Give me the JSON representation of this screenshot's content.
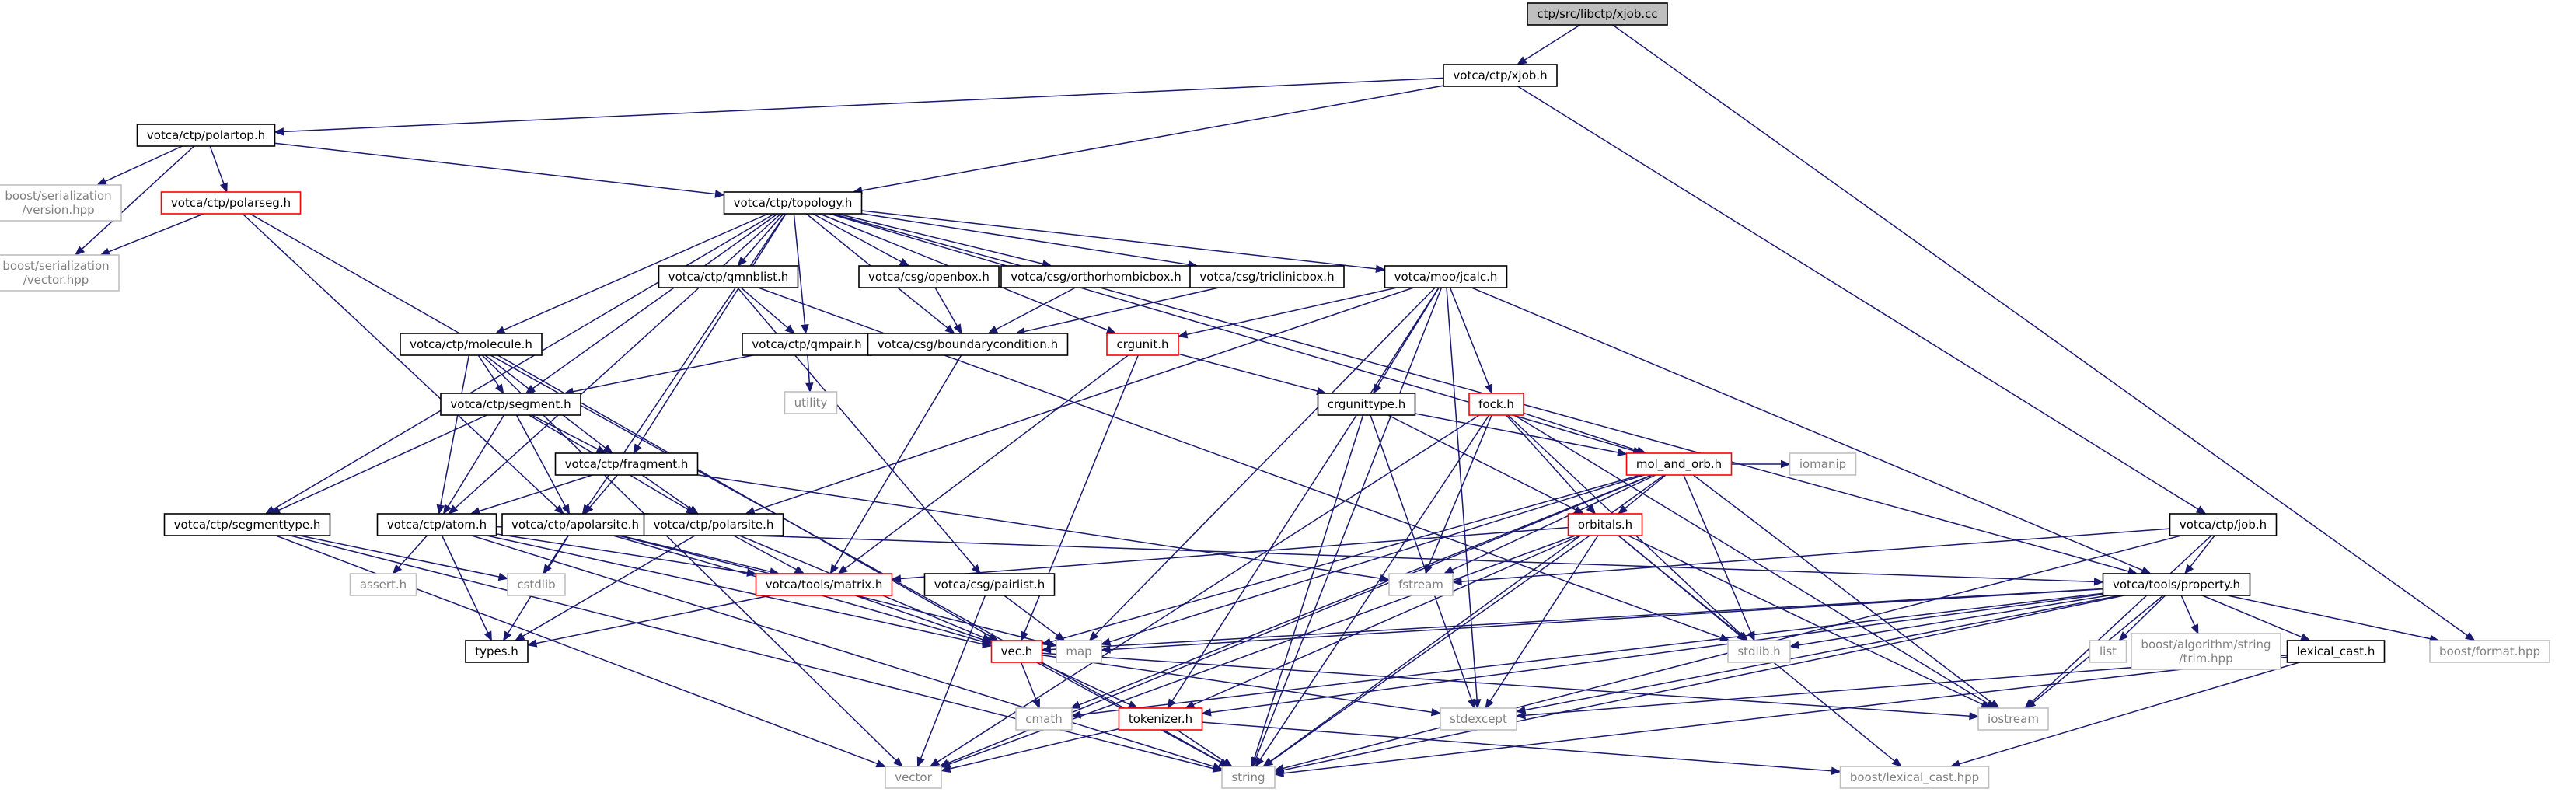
{
  "colors": {
    "edge": "#191970",
    "node_border": "#000000",
    "node_border_incomplete": "#ff0000",
    "node_border_external": "#bfbfbf",
    "root_fill": "#bfbfbf",
    "text_default": "#000000",
    "text_external": "#808080"
  },
  "nodes": [
    {
      "id": "root",
      "lines": [
        "ctp/src/libctp/xjob.cc"
      ],
      "kind": "root"
    },
    {
      "id": "xjob_h",
      "lines": [
        "votca/ctp/xjob.h"
      ],
      "kind": "normal"
    },
    {
      "id": "polartop",
      "lines": [
        "votca/ctp/polartop.h"
      ],
      "kind": "normal"
    },
    {
      "id": "boost_version",
      "lines": [
        "boost/serialization",
        "/version.hpp"
      ],
      "kind": "external"
    },
    {
      "id": "polarseg",
      "lines": [
        "votca/ctp/polarseg.h"
      ],
      "kind": "incomplete"
    },
    {
      "id": "boost_vector",
      "lines": [
        "boost/serialization",
        "/vector.hpp"
      ],
      "kind": "external"
    },
    {
      "id": "topology",
      "lines": [
        "votca/ctp/topology.h"
      ],
      "kind": "normal"
    },
    {
      "id": "qmnblist",
      "lines": [
        "votca/ctp/qmnblist.h"
      ],
      "kind": "normal"
    },
    {
      "id": "openbox",
      "lines": [
        "votca/csg/openbox.h"
      ],
      "kind": "normal"
    },
    {
      "id": "orthorhombic",
      "lines": [
        "votca/csg/orthorhombicbox.h"
      ],
      "kind": "normal"
    },
    {
      "id": "triclinic",
      "lines": [
        "votca/csg/triclinicbox.h"
      ],
      "kind": "normal"
    },
    {
      "id": "jcalc",
      "lines": [
        "votca/moo/jcalc.h"
      ],
      "kind": "normal"
    },
    {
      "id": "molecule",
      "lines": [
        "votca/ctp/molecule.h"
      ],
      "kind": "normal"
    },
    {
      "id": "qmpair",
      "lines": [
        "votca/ctp/qmpair.h"
      ],
      "kind": "normal"
    },
    {
      "id": "boundary",
      "lines": [
        "votca/csg/boundarycondition.h"
      ],
      "kind": "normal"
    },
    {
      "id": "crgunit",
      "lines": [
        "crgunit.h"
      ],
      "kind": "incomplete"
    },
    {
      "id": "utility",
      "lines": [
        "utility"
      ],
      "kind": "external"
    },
    {
      "id": "segment",
      "lines": [
        "votca/ctp/segment.h"
      ],
      "kind": "normal"
    },
    {
      "id": "crgunittype",
      "lines": [
        "crgunittype.h"
      ],
      "kind": "normal"
    },
    {
      "id": "fock",
      "lines": [
        "fock.h"
      ],
      "kind": "incomplete"
    },
    {
      "id": "fragment",
      "lines": [
        "votca/ctp/fragment.h"
      ],
      "kind": "normal"
    },
    {
      "id": "mol_and_orb",
      "lines": [
        "mol_and_orb.h"
      ],
      "kind": "incomplete"
    },
    {
      "id": "iomanip",
      "lines": [
        "iomanip"
      ],
      "kind": "external"
    },
    {
      "id": "segmenttype",
      "lines": [
        "votca/ctp/segmenttype.h"
      ],
      "kind": "normal"
    },
    {
      "id": "atom",
      "lines": [
        "votca/ctp/atom.h"
      ],
      "kind": "normal"
    },
    {
      "id": "apolarsite",
      "lines": [
        "votca/ctp/apolarsite.h"
      ],
      "kind": "normal"
    },
    {
      "id": "polarsite",
      "lines": [
        "votca/ctp/polarsite.h"
      ],
      "kind": "normal"
    },
    {
      "id": "orbitals",
      "lines": [
        "orbitals.h"
      ],
      "kind": "incomplete"
    },
    {
      "id": "job",
      "lines": [
        "votca/ctp/job.h"
      ],
      "kind": "normal"
    },
    {
      "id": "cstdlib",
      "lines": [
        "cstdlib"
      ],
      "kind": "external"
    },
    {
      "id": "fstream",
      "lines": [
        "fstream"
      ],
      "kind": "external"
    },
    {
      "id": "property",
      "lines": [
        "votca/tools/property.h"
      ],
      "kind": "normal"
    },
    {
      "id": "assert",
      "lines": [
        "assert.h"
      ],
      "kind": "external"
    },
    {
      "id": "matrix",
      "lines": [
        "votca/tools/matrix.h"
      ],
      "kind": "incomplete"
    },
    {
      "id": "pairlist",
      "lines": [
        "votca/csg/pairlist.h"
      ],
      "kind": "normal"
    },
    {
      "id": "types",
      "lines": [
        "types.h"
      ],
      "kind": "normal"
    },
    {
      "id": "vec",
      "lines": [
        "vec.h"
      ],
      "kind": "incomplete"
    },
    {
      "id": "map",
      "lines": [
        "map"
      ],
      "kind": "external"
    },
    {
      "id": "list",
      "lines": [
        "list"
      ],
      "kind": "external"
    },
    {
      "id": "boost_trim",
      "lines": [
        "boost/algorithm/string",
        "/trim.hpp"
      ],
      "kind": "external"
    },
    {
      "id": "lexical_cast_h",
      "lines": [
        "lexical_cast.h"
      ],
      "kind": "normal"
    },
    {
      "id": "boost_format",
      "lines": [
        "boost/format.hpp"
      ],
      "kind": "external"
    },
    {
      "id": "stdlib",
      "lines": [
        "stdlib.h"
      ],
      "kind": "external"
    },
    {
      "id": "cmath",
      "lines": [
        "cmath"
      ],
      "kind": "external"
    },
    {
      "id": "stdexcept",
      "lines": [
        "stdexcept"
      ],
      "kind": "external"
    },
    {
      "id": "iostream",
      "lines": [
        "iostream"
      ],
      "kind": "external"
    },
    {
      "id": "tokenizer",
      "lines": [
        "tokenizer.h"
      ],
      "kind": "incomplete"
    },
    {
      "id": "vector",
      "lines": [
        "vector"
      ],
      "kind": "external"
    },
    {
      "id": "string",
      "lines": [
        "string"
      ],
      "kind": "external"
    },
    {
      "id": "boost_lexical",
      "lines": [
        "boost/lexical_cast.hpp"
      ],
      "kind": "external"
    }
  ],
  "edges": [
    [
      "root",
      "xjob_h"
    ],
    [
      "root",
      "boost_format"
    ],
    [
      "xjob_h",
      "polartop"
    ],
    [
      "xjob_h",
      "topology"
    ],
    [
      "xjob_h",
      "job"
    ],
    [
      "polartop",
      "boost_version"
    ],
    [
      "polartop",
      "polarseg"
    ],
    [
      "polartop",
      "boost_vector"
    ],
    [
      "polartop",
      "topology"
    ],
    [
      "polarseg",
      "boost_vector"
    ],
    [
      "polarseg",
      "apolarsite"
    ],
    [
      "polarseg",
      "vec"
    ],
    [
      "topology",
      "qmnblist"
    ],
    [
      "topology",
      "openbox"
    ],
    [
      "topology",
      "orthorhombic"
    ],
    [
      "topology",
      "triclinic"
    ],
    [
      "topology",
      "jcalc"
    ],
    [
      "topology",
      "molecule"
    ],
    [
      "topology",
      "qmpair"
    ],
    [
      "topology",
      "boundary"
    ],
    [
      "topology",
      "segment"
    ],
    [
      "topology",
      "fragment"
    ],
    [
      "topology",
      "segmenttype"
    ],
    [
      "topology",
      "atom"
    ],
    [
      "topology",
      "apolarsite"
    ],
    [
      "topology",
      "mol_and_orb"
    ],
    [
      "topology",
      "crgunit"
    ],
    [
      "topology",
      "property"
    ],
    [
      "qmnblist",
      "qmpair"
    ],
    [
      "qmnblist",
      "pairlist"
    ],
    [
      "qmnblist",
      "stdlib"
    ],
    [
      "openbox",
      "boundary"
    ],
    [
      "orthorhombic",
      "boundary"
    ],
    [
      "triclinic",
      "boundary"
    ],
    [
      "boundary",
      "matrix"
    ],
    [
      "jcalc",
      "crgunit"
    ],
    [
      "jcalc",
      "crgunittype"
    ],
    [
      "jcalc",
      "fock"
    ],
    [
      "jcalc",
      "property"
    ],
    [
      "jcalc",
      "map"
    ],
    [
      "jcalc",
      "tokenizer"
    ],
    [
      "jcalc",
      "stdexcept"
    ],
    [
      "jcalc",
      "string"
    ],
    [
      "jcalc",
      "polarsite"
    ],
    [
      "molecule",
      "segment"
    ],
    [
      "molecule",
      "fragment"
    ],
    [
      "molecule",
      "atom"
    ],
    [
      "molecule",
      "vector"
    ],
    [
      "molecule",
      "string"
    ],
    [
      "qmpair",
      "segment"
    ],
    [
      "qmpair",
      "utility"
    ],
    [
      "crgunit",
      "crgunittype"
    ],
    [
      "crgunit",
      "vec"
    ],
    [
      "crgunit",
      "matrix"
    ],
    [
      "segment",
      "fragment"
    ],
    [
      "segment",
      "atom"
    ],
    [
      "segment",
      "segmenttype"
    ],
    [
      "segment",
      "apolarsite"
    ],
    [
      "segment",
      "polarsite"
    ],
    [
      "crgunittype",
      "mol_and_orb"
    ],
    [
      "crgunittype",
      "orbitals"
    ],
    [
      "crgunittype",
      "string"
    ],
    [
      "crgunittype",
      "stdexcept"
    ],
    [
      "fock",
      "mol_and_orb"
    ],
    [
      "fock",
      "orbitals"
    ],
    [
      "fock",
      "fstream"
    ],
    [
      "fock",
      "string"
    ],
    [
      "fock",
      "vector"
    ],
    [
      "fock",
      "stdlib"
    ],
    [
      "fock",
      "iostream"
    ],
    [
      "fragment",
      "atom"
    ],
    [
      "fragment",
      "apolarsite"
    ],
    [
      "fragment",
      "polarsite"
    ],
    [
      "fragment",
      "fstream"
    ],
    [
      "mol_and_orb",
      "orbitals"
    ],
    [
      "mol_and_orb",
      "iomanip"
    ],
    [
      "mol_and_orb",
      "fstream"
    ],
    [
      "mol_and_orb",
      "stdlib"
    ],
    [
      "mol_and_orb",
      "iostream"
    ],
    [
      "mol_and_orb",
      "map"
    ],
    [
      "mol_and_orb",
      "vector"
    ],
    [
      "mol_and_orb",
      "string"
    ],
    [
      "mol_and_orb",
      "cmath"
    ],
    [
      "mol_and_orb",
      "vec"
    ],
    [
      "segmenttype",
      "cstdlib"
    ],
    [
      "segmenttype",
      "vector"
    ],
    [
      "segmenttype",
      "string"
    ],
    [
      "atom",
      "assert"
    ],
    [
      "atom",
      "types"
    ],
    [
      "atom",
      "matrix"
    ],
    [
      "atom",
      "vec"
    ],
    [
      "atom",
      "string"
    ],
    [
      "atom",
      "property"
    ],
    [
      "apolarsite",
      "cstdlib"
    ],
    [
      "apolarsite",
      "types"
    ],
    [
      "apolarsite",
      "matrix"
    ],
    [
      "apolarsite",
      "vec"
    ],
    [
      "apolarsite",
      "map"
    ],
    [
      "polarsite",
      "matrix"
    ],
    [
      "polarsite",
      "vec"
    ],
    [
      "polarsite",
      "types"
    ],
    [
      "orbitals",
      "matrix"
    ],
    [
      "orbitals",
      "stdexcept"
    ],
    [
      "orbitals",
      "stdlib"
    ],
    [
      "orbitals",
      "string"
    ],
    [
      "orbitals",
      "iostream"
    ],
    [
      "orbitals",
      "boost_lexical"
    ],
    [
      "orbitals",
      "vector"
    ],
    [
      "orbitals",
      "tokenizer"
    ],
    [
      "job",
      "fstream"
    ],
    [
      "job",
      "property"
    ],
    [
      "job",
      "string"
    ],
    [
      "job",
      "iostream"
    ],
    [
      "property",
      "map"
    ],
    [
      "property",
      "list"
    ],
    [
      "property",
      "boost_trim"
    ],
    [
      "property",
      "lexical_cast_h"
    ],
    [
      "property",
      "boost_format"
    ],
    [
      "property",
      "stdlib"
    ],
    [
      "property",
      "stdexcept"
    ],
    [
      "property",
      "iostream"
    ],
    [
      "property",
      "string"
    ],
    [
      "property",
      "vec"
    ],
    [
      "property",
      "tokenizer"
    ],
    [
      "property",
      "cmath"
    ],
    [
      "matrix",
      "types"
    ],
    [
      "matrix",
      "vec"
    ],
    [
      "pairlist",
      "map"
    ],
    [
      "pairlist",
      "vector"
    ],
    [
      "vec",
      "cmath"
    ],
    [
      "vec",
      "string"
    ],
    [
      "vec",
      "stdexcept"
    ],
    [
      "vec",
      "iostream"
    ],
    [
      "vec",
      "tokenizer"
    ],
    [
      "lexical_cast_h",
      "boost_lexical"
    ],
    [
      "lexical_cast_h",
      "string"
    ],
    [
      "lexical_cast_h",
      "stdexcept"
    ],
    [
      "tokenizer",
      "vector"
    ],
    [
      "tokenizer",
      "string"
    ],
    [
      "tokenizer",
      "boost_lexical"
    ]
  ]
}
